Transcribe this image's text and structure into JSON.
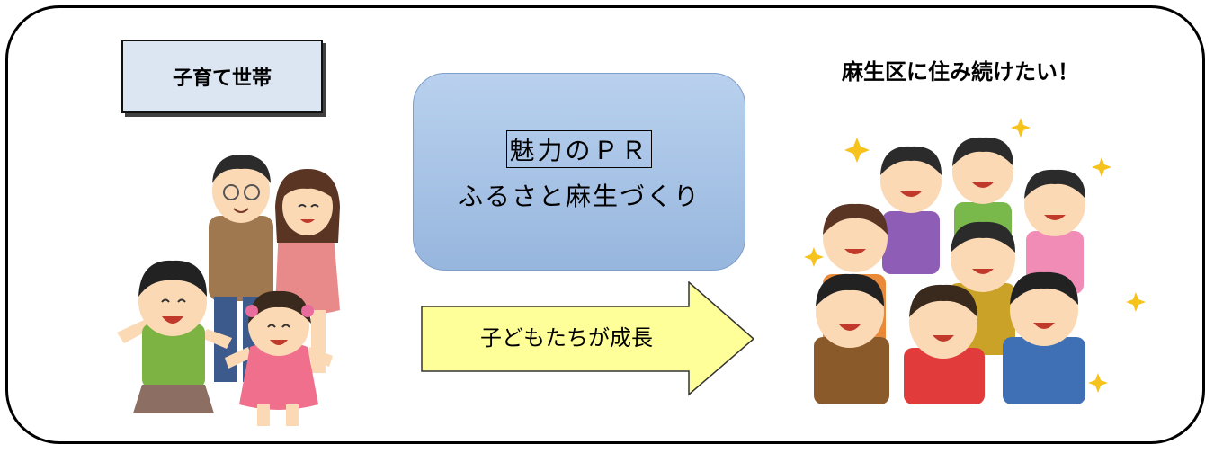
{
  "family": {
    "label": "子育て世帯"
  },
  "pr": {
    "title": "魅力のＰＲ",
    "subtitle": "ふるさと麻生づくり"
  },
  "arrow": {
    "label": "子どもたちが成長"
  },
  "group": {
    "heading": "麻生区に住み続けたい！"
  },
  "colors": {
    "label_box": "#dce6f2",
    "pr_box": "#a8c3e6",
    "arrow_fill": "#ffff99"
  },
  "illustrations": {
    "left": "family-illustration",
    "right": "crowd-illustration"
  }
}
